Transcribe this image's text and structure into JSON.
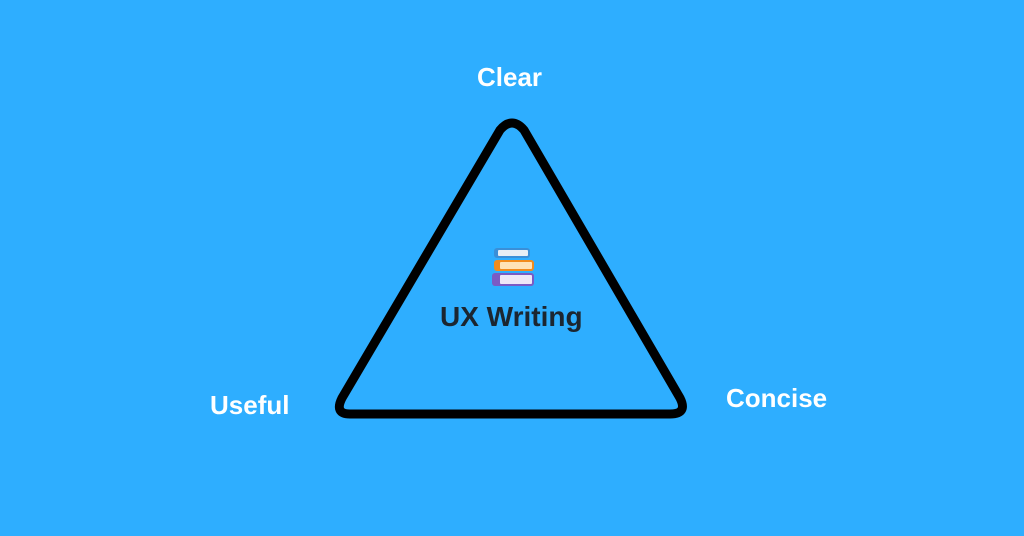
{
  "diagram": {
    "vertices": {
      "top": "Clear",
      "left": "Useful",
      "right": "Concise"
    },
    "center": {
      "icon": "books-icon",
      "title": "UX Writing"
    }
  },
  "colors": {
    "background": "#2EAEFF",
    "outline": "#000000",
    "label": "#FFFFFF",
    "center_text": "#1C2630"
  }
}
